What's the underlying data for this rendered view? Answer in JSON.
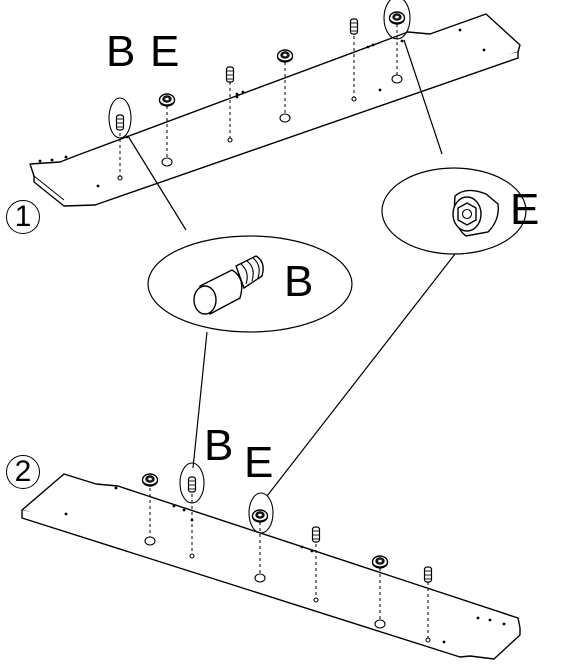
{
  "steps": [
    {
      "number": "1"
    },
    {
      "number": "2"
    }
  ],
  "parts": {
    "dowel_label": "B",
    "cam_lock_label": "E"
  },
  "panel_1": {
    "label_b": "B",
    "label_e": "E",
    "fittings": [
      "dowel",
      "cam_lock",
      "dowel",
      "cam_lock",
      "dowel",
      "cam_lock"
    ]
  },
  "panel_2": {
    "label_b": "B",
    "label_e": "E",
    "fittings": [
      "cam_lock",
      "dowel",
      "cam_lock",
      "dowel",
      "cam_lock",
      "dowel"
    ]
  },
  "callouts": {
    "dowel_detail_label": "B",
    "cam_lock_detail_label": "E"
  }
}
